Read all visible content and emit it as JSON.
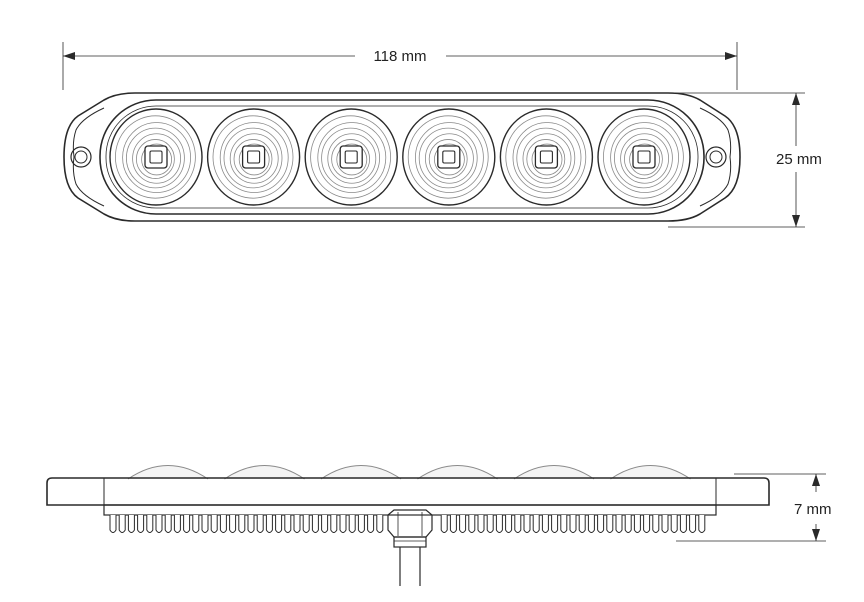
{
  "dimensions": {
    "length": "118 mm",
    "width": "25 mm",
    "height": "7 mm"
  },
  "lens_count": 6,
  "views": [
    "top-view",
    "side-view"
  ],
  "colors": {
    "line": "#2a2a2a",
    "background": "#ffffff",
    "lens_rings": "#8a8a8a",
    "body_fill": "#f7f7f7"
  }
}
